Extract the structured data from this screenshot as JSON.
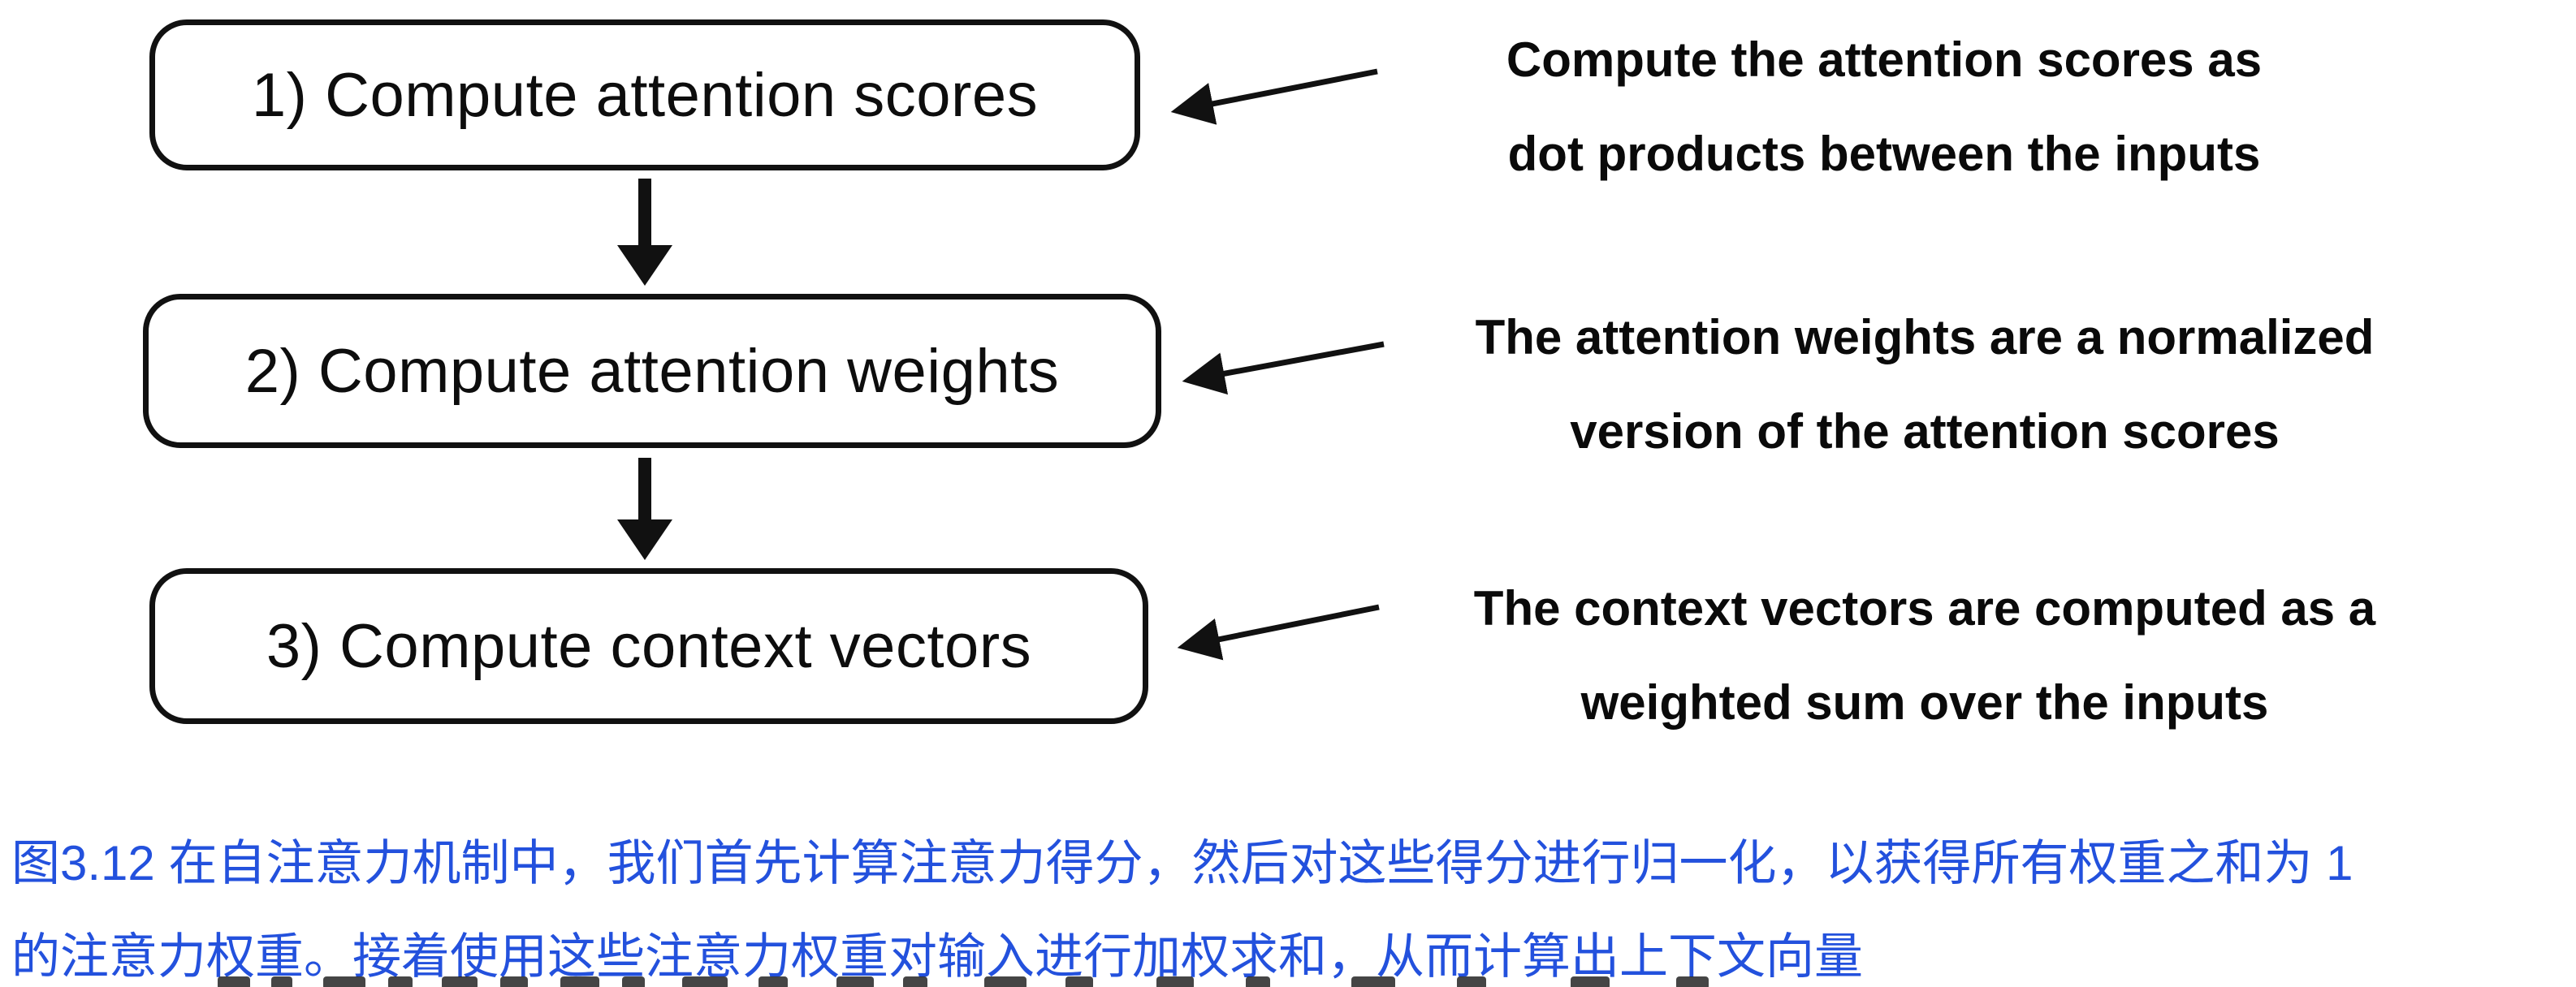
{
  "diagram": {
    "steps": [
      {
        "label": "1) Compute attention scores",
        "note_line1": "Compute the attention scores as",
        "note_line2": "dot products between the inputs"
      },
      {
        "label": "2) Compute attention weights",
        "note_line1": "The attention weights are a normalized",
        "note_line2": "version of the attention scores"
      },
      {
        "label": "3) Compute context vectors",
        "note_line1": "The context vectors are computed as a",
        "note_line2": "weighted sum over the inputs"
      }
    ],
    "icons": [
      {
        "name": "down-arrow-icon",
        "glyph": "▼"
      },
      {
        "name": "left-arrow-icon",
        "glyph": "←"
      }
    ]
  },
  "caption": {
    "line1": "图3.12 在自注意力机制中，我们首先计算注意力得分，然后对这些得分进行归一化，以获得所有权重之和为 1",
    "line2": "的注意力权重。接着使用这些注意力权重对输入进行加权求和，从而计算出上下文向量"
  },
  "colors": {
    "ink": "#111111",
    "caption_blue": "#2351dd",
    "background": "#ffffff"
  }
}
